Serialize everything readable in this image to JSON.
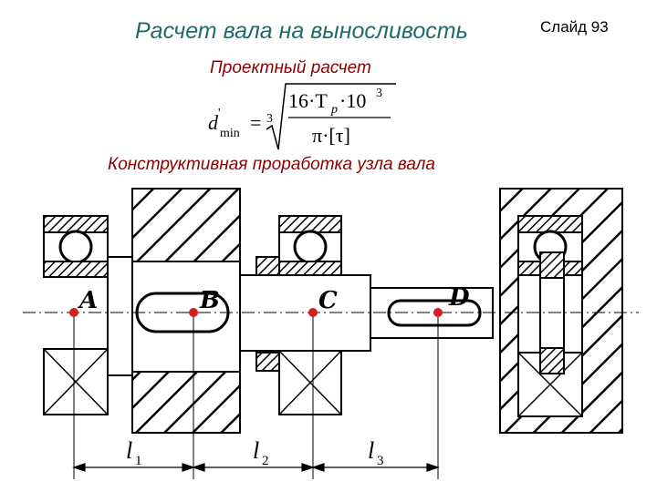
{
  "slide": {
    "title": "Расчет вала на выносливость",
    "number_label": "Слайд 93",
    "subtitle_design": "Проектный расчет",
    "subtitle_construct": "Конструктивная проработка узла вала"
  },
  "formula": {
    "lhs_symbol": "d",
    "lhs_prime": "'",
    "lhs_subscript": "min",
    "equals": "=",
    "root_index": "3",
    "numerator": "16·T",
    "numerator_sub": "p",
    "numerator_tail": "·10",
    "numerator_exp": "3",
    "denominator": "π·[τ]"
  },
  "drawing": {
    "points": [
      "A",
      "B",
      "C",
      "D"
    ],
    "dimensions": [
      {
        "label": "l",
        "sub": "1"
      },
      {
        "label": "l",
        "sub": "2"
      },
      {
        "label": "l",
        "sub": "3"
      }
    ],
    "colors": {
      "point": "#d21f1f",
      "line": "#000000",
      "title": "#1f6b6b",
      "subtitle": "#8b0000"
    }
  }
}
